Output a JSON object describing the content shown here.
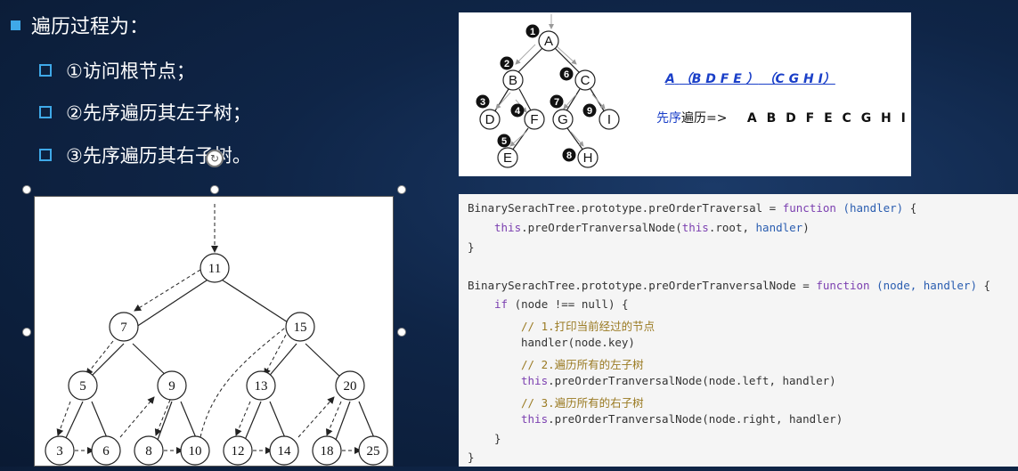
{
  "bullets": {
    "main": "遍历过程为：",
    "items": [
      "①访问根节点；",
      "②先序遍历其左子树；",
      "③先序遍历其右子树。"
    ]
  },
  "top_diagram": {
    "group_expr": {
      "a": "A",
      "left_group": "（B D F E ）",
      "right_group": "（C G H I）"
    },
    "result_prefix": "先序",
    "result_label": "遍历=>",
    "result_sequence": "A B D F E C G H I",
    "nodes": [
      "A",
      "B",
      "C",
      "D",
      "F",
      "G",
      "I",
      "E",
      "H"
    ],
    "step_numbers": [
      "1",
      "2",
      "3",
      "4",
      "5",
      "6",
      "7",
      "8",
      "9"
    ]
  },
  "bst_diagram": {
    "nodes": [
      "11",
      "7",
      "15",
      "5",
      "9",
      "13",
      "20",
      "3",
      "6",
      "8",
      "10",
      "12",
      "14",
      "18",
      "25"
    ]
  },
  "code": {
    "line1_obj": "BinarySerachTree.prototype.preOrderTraversal",
    "line1_rest": " = ",
    "line1_fn": "function",
    "line1_params": "(handler)",
    "line1_brace": " {",
    "line2_a": "this",
    "line2_b": ".preOrderTranversalNode(",
    "line2_c": "this",
    "line2_d": ".root, ",
    "line2_e": "handler",
    "line2_f": ")",
    "line3": "}",
    "line5_obj": "BinarySerachTree.prototype.preOrderTranversalNode",
    "line5_eq": " = ",
    "line5_fn": "function",
    "line5_params": "(node, handler)",
    "line5_brace": " {",
    "line6_if": "if",
    "line6_rest": " (node !== null) {",
    "comment1": "// 1.打印当前经过的节点",
    "line8": "handler(node.key)",
    "comment2": "// 2.遍历所有的左子树",
    "line10_a": "this",
    "line10_b": ".preOrderTranversalNode(node.left, handler)",
    "comment3": "// 3.遍历所有的右子树",
    "line12_a": "this",
    "line12_b": ".preOrderTranversalNode(node.right, handler)",
    "line13": "}",
    "line14": "}"
  },
  "colors": {
    "accent": "#3fa9e8",
    "bg": "#0f2547",
    "blue_text": "#1a3fc8"
  }
}
